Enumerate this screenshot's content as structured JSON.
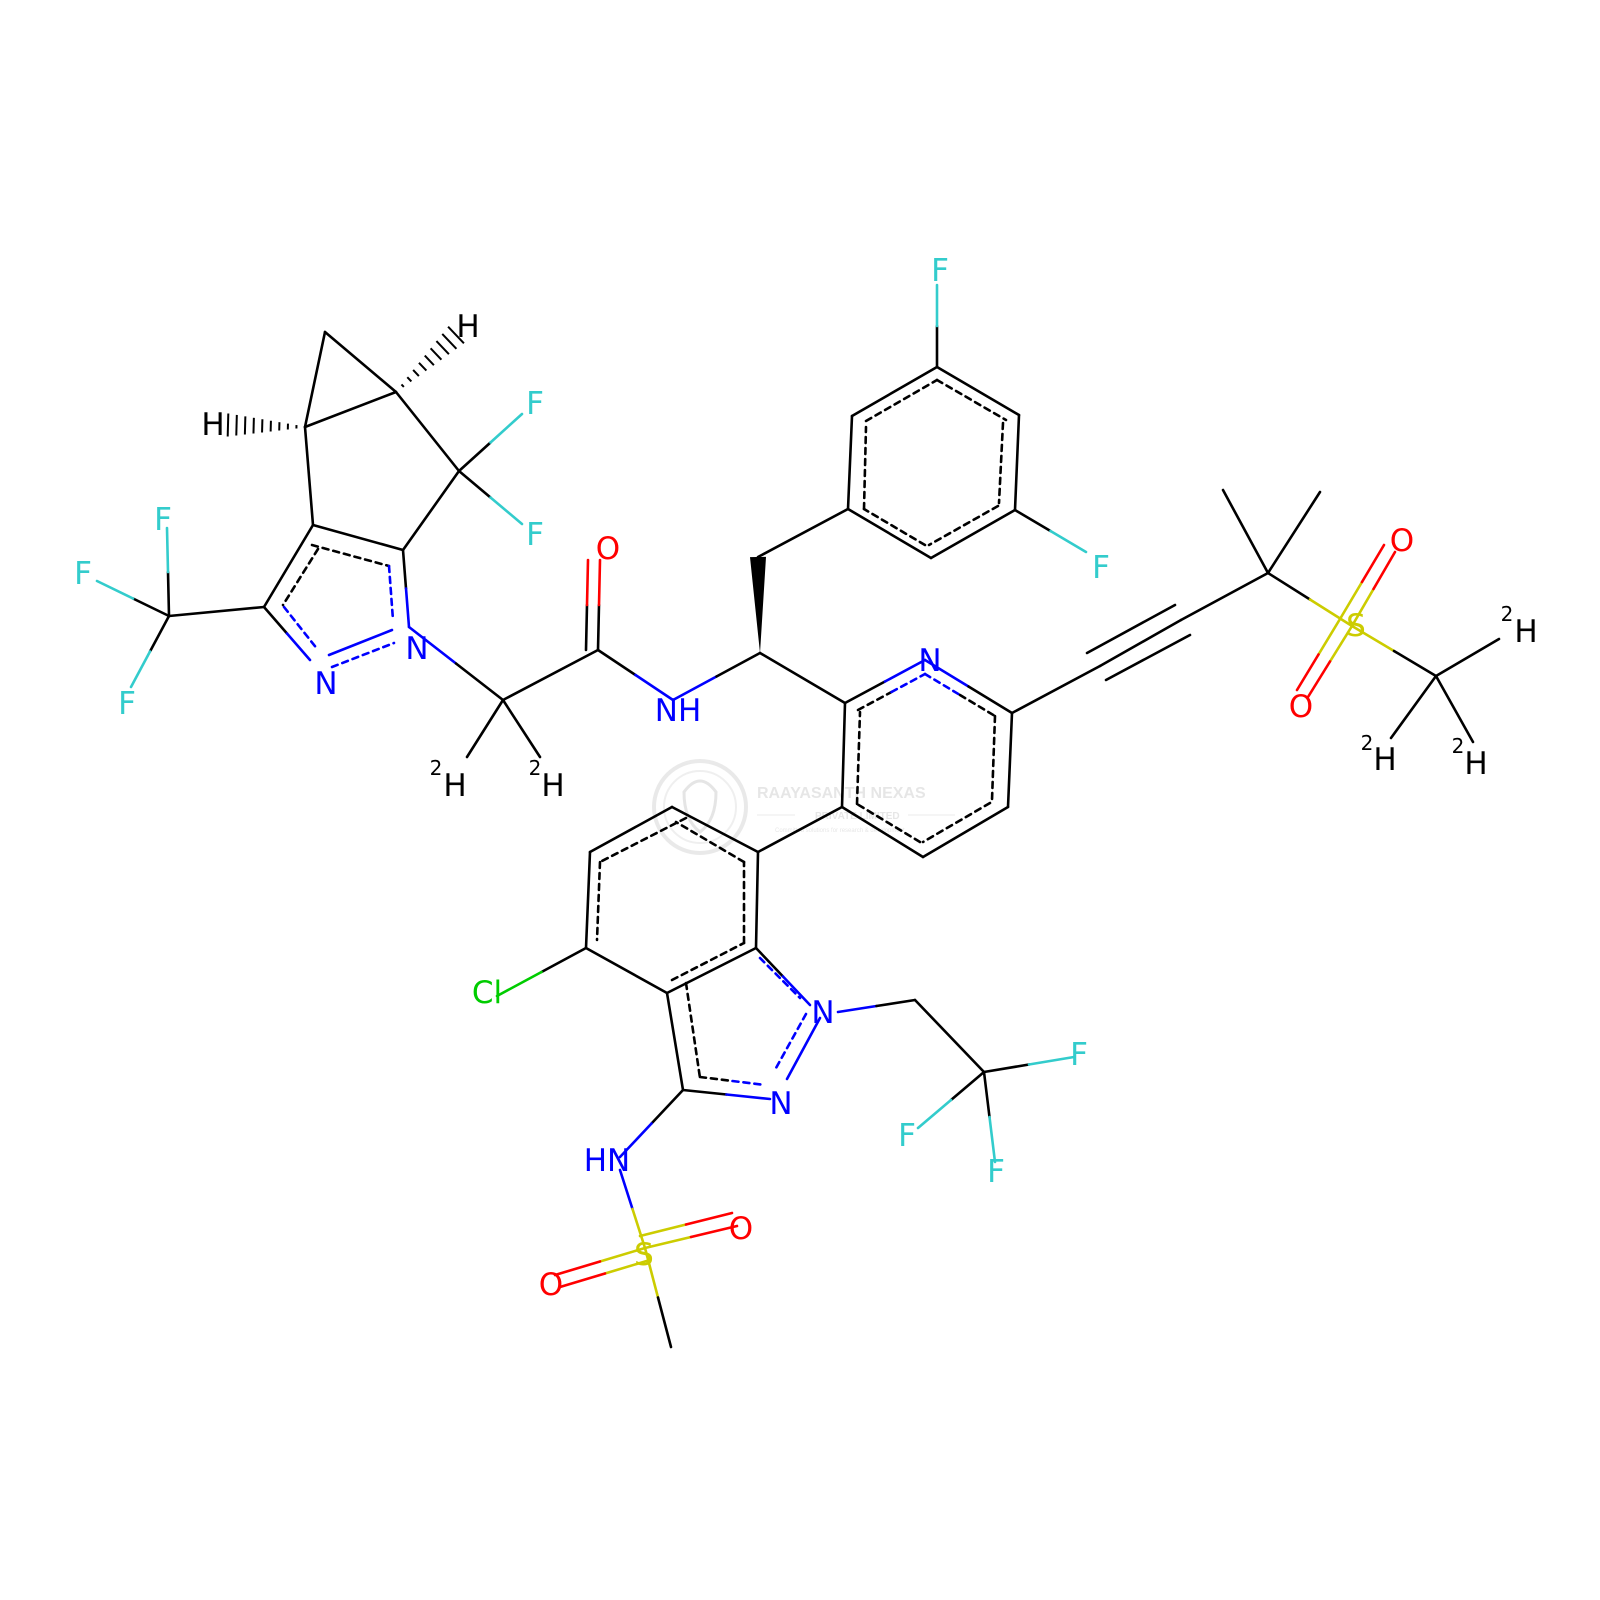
{
  "colors": {
    "bond": "#000000",
    "N": "#0000ff",
    "O": "#ff0000",
    "F": "#33cccc",
    "Cl": "#00cc00",
    "S": "#cccc00",
    "H": "#000000",
    "watermark": "#dcdcdc"
  },
  "watermark": {
    "company": "RAAYASANTH NEXAS",
    "suffix": "PRIVATE LIMITED",
    "tagline": "Committed solutions for research & development"
  },
  "atoms": {
    "f_tri_a": "F",
    "f_tri_b": "F",
    "f_tri_c": "F",
    "n_pz2": "N",
    "n_pz1": "N",
    "h_left": "H",
    "h_right": "H",
    "f_cf2_a": "F",
    "f_cf2_b": "F",
    "d_ch2_a": "H",
    "d_ch2_b": "H",
    "o_amide": "O",
    "nh_amide": "NH",
    "f_ar_a": "F",
    "f_ar_b": "F",
    "n_pyr": "N",
    "o_sul_a": "O",
    "o_sul_b": "O",
    "s_sul": "S",
    "d_me_a": "H",
    "d_me_b": "H",
    "d_me_c": "H",
    "cl": "Cl",
    "n_ind1": "N",
    "n_ind2": "N",
    "f_tfe_a": "F",
    "f_tfe_b": "F",
    "f_tfe_c": "F",
    "hn_sulfonamide": "HN",
    "s_msa": "S",
    "o_msa_a": "O",
    "o_msa_b": "O"
  },
  "isotope_label": "2"
}
